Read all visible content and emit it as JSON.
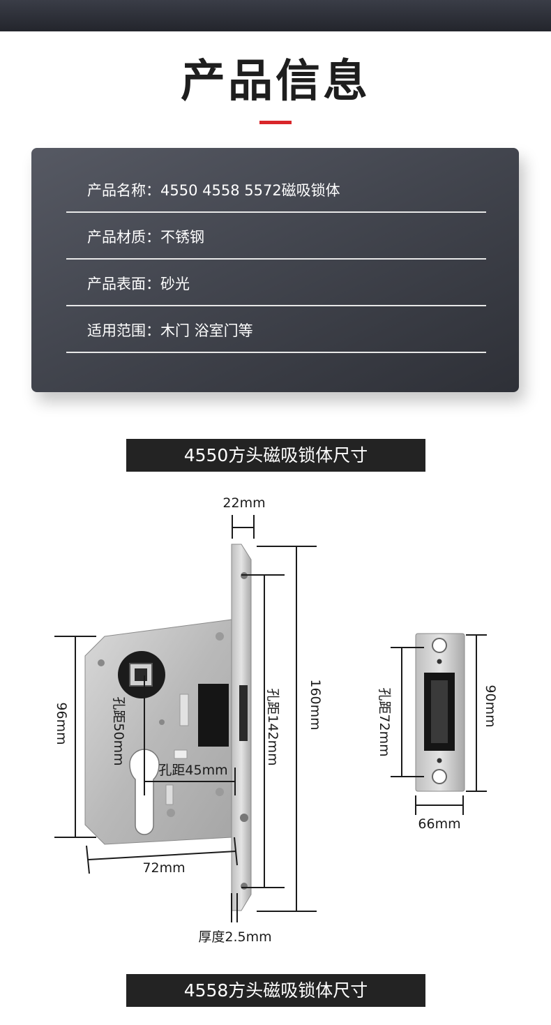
{
  "page_title": "产品信息",
  "colors": {
    "accent": "#d9262a",
    "panel": "#43464f",
    "banner": "#232323"
  },
  "info": [
    {
      "label": "产品名称：",
      "value": "4550 4558 5572磁吸锁体"
    },
    {
      "label": "产品材质：",
      "value": "不锈钢"
    },
    {
      "label": "产品表面：",
      "value": "砂光"
    },
    {
      "label": "适用范围：",
      "value": "木门 浴室门等"
    }
  ],
  "sections": [
    {
      "title": "4550方头磁吸锁体尺寸"
    },
    {
      "title": "4558方头磁吸锁体尺寸"
    }
  ],
  "dimensions": {
    "faceplate_width": "22mm",
    "height": "160mm",
    "hole_spacing": "孔距142mm",
    "body_height": "96mm",
    "spindle_to_cylinder": "孔距50mm",
    "backset": "孔距45mm",
    "body_width": "72mm",
    "thickness": "厚度2.5mm",
    "strike_hole_spacing": "孔距72mm",
    "strike_height": "90mm",
    "strike_width": "66mm"
  }
}
